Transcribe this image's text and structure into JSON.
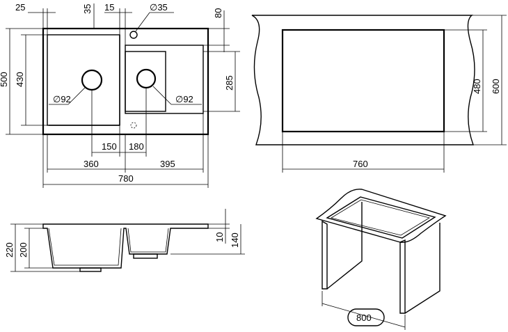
{
  "top_view": {
    "dims": {
      "left_margin": "25",
      "top_35": "35",
      "top_15": "15",
      "hole_diameter": "∅35",
      "top_80": "80",
      "total_height": "500",
      "left_bowl_height": "430",
      "right_bowl_height": "285",
      "left_drain": "∅92",
      "right_drain": "∅92",
      "bottom_150": "150",
      "bottom_180": "180",
      "left_width": "360",
      "right_width": "395",
      "total_width": "780"
    }
  },
  "cutout_view": {
    "dims": {
      "cut_height": "480",
      "total_height": "600",
      "cut_width": "760"
    }
  },
  "side_view": {
    "dims": {
      "total_depth": "220",
      "bowl_depth": "200",
      "rim": "10",
      "small_bowl": "140"
    }
  },
  "cabinet_view": {
    "dims": {
      "cabinet_width": "800"
    }
  }
}
